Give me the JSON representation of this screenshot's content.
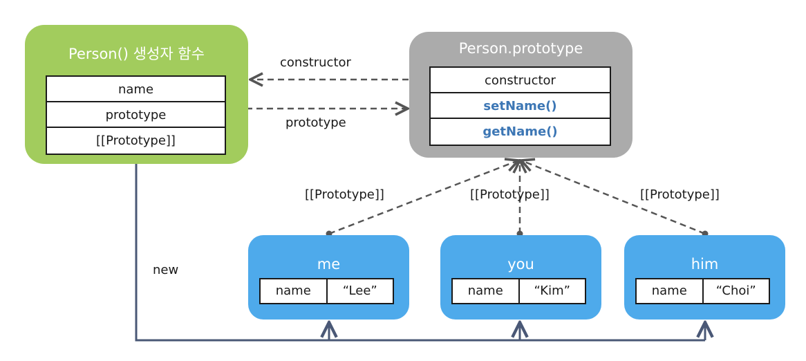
{
  "constructor_fn": {
    "title": "Person() 생성자 함수",
    "rows": [
      "name",
      "prototype",
      "[[Prototype]]"
    ]
  },
  "prototype_obj": {
    "title": "Person.prototype",
    "rows": [
      "constructor",
      "setName()",
      "getName()"
    ]
  },
  "instances": [
    {
      "title": "me",
      "key": "name",
      "value": "“Lee”"
    },
    {
      "title": "you",
      "key": "name",
      "value": "“Kim”"
    },
    {
      "title": "him",
      "key": "name",
      "value": "“Choi”"
    }
  ],
  "labels": {
    "constructor_link": "constructor",
    "prototype_link": "prototype",
    "proto_link_me": "[[Prototype]]",
    "proto_link_you": "[[Prototype]]",
    "proto_link_him": "[[Prototype]]",
    "new_link": "new"
  },
  "colors": {
    "constructor_box": "#a2cc5d",
    "prototype_box": "#ababab",
    "instance_box": "#4eaaeb",
    "method_text": "#3d77b5",
    "new_line": "#4a5876",
    "dashed_line": "#555555"
  }
}
